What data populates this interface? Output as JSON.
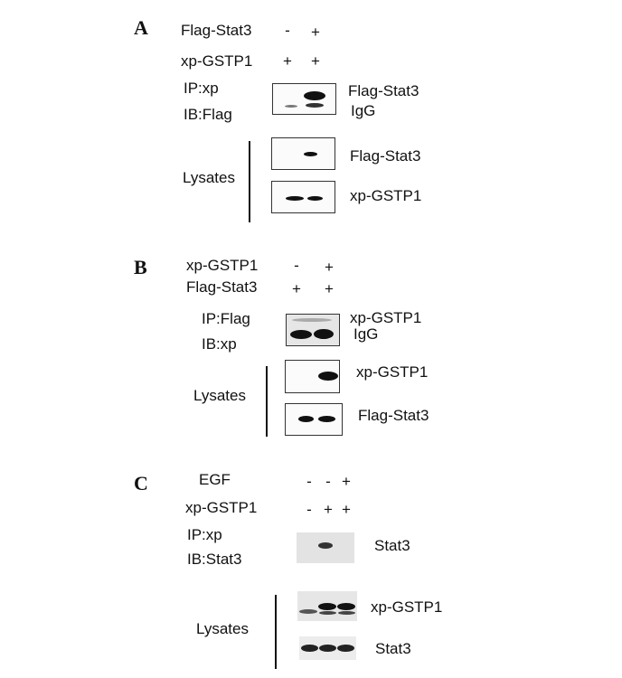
{
  "panel_a": {
    "letter": "A",
    "row1": {
      "label": "Flag-Stat3",
      "signs": [
        "-",
        "+"
      ]
    },
    "row2": {
      "label": "xp-GSTP1",
      "signs": [
        "+",
        "+"
      ]
    },
    "ip": "IP:xp",
    "ib": "IB:Flag",
    "blot1_labels": [
      "Flag-Stat3",
      "IgG"
    ],
    "lysates": "Lysates",
    "lys_labels": [
      "Flag-Stat3",
      "xp-GSTP1"
    ]
  },
  "panel_b": {
    "letter": "B",
    "row1": {
      "label": "xp-GSTP1",
      "signs": [
        "-",
        "+"
      ]
    },
    "row2": {
      "label": "Flag-Stat3",
      "signs": [
        "+",
        "+"
      ]
    },
    "ip": "IP:Flag",
    "ib": "IB:xp",
    "blot1_labels": [
      "xp-GSTP1",
      "IgG"
    ],
    "lysates": "Lysates",
    "lys_labels": [
      "xp-GSTP1",
      "Flag-Stat3"
    ]
  },
  "panel_c": {
    "letter": "C",
    "row1": {
      "label": "EGF",
      "signs": [
        "-",
        "-",
        "+"
      ]
    },
    "row2": {
      "label": "xp-GSTP1",
      "signs": [
        "-",
        "+",
        "+"
      ]
    },
    "ip": "IP:xp",
    "ib": "IB:Stat3",
    "blot1_label": "Stat3",
    "lysates": "Lysates",
    "lys_labels": [
      "xp-GSTP1",
      "Stat3"
    ]
  }
}
